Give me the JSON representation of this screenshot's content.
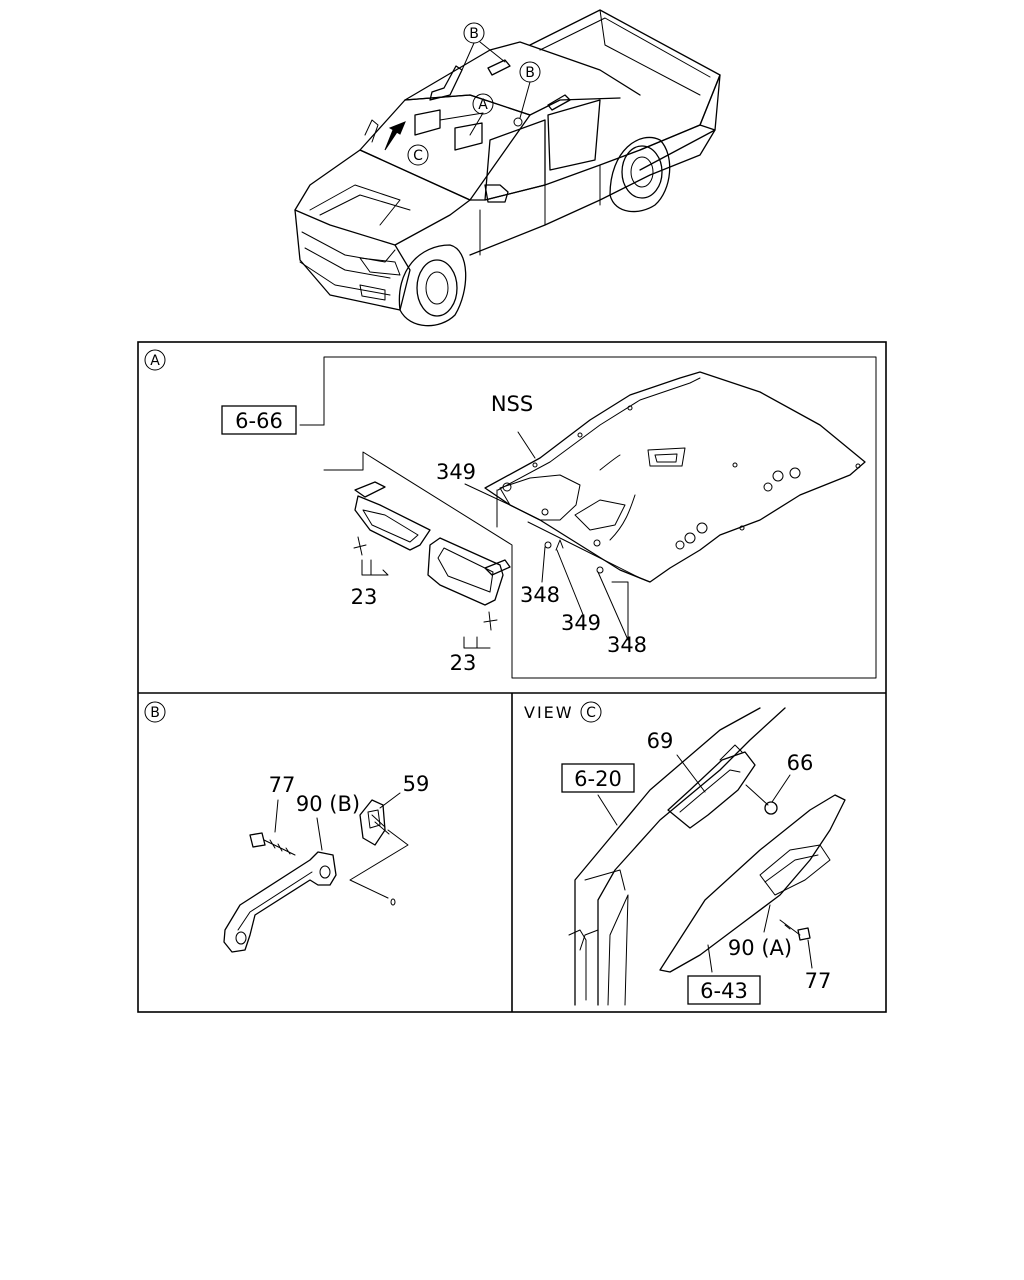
{
  "title": "",
  "vehicle_callouts": {
    "a": "A",
    "b": "B",
    "c": "C"
  },
  "panel_a": {
    "tag": "A",
    "ref": "6-66",
    "nss": "NSS",
    "labels": [
      "349",
      "23",
      "23",
      "348",
      "349",
      "348"
    ]
  },
  "panel_b": {
    "tag": "B",
    "labels": [
      "77",
      "90 (B)",
      "59"
    ]
  },
  "panel_c": {
    "view_text": "VIEW",
    "tag": "C",
    "ref_top": "6-20",
    "ref_bottom": "6-43",
    "labels": [
      "69",
      "66",
      "90 (A)",
      "77"
    ]
  }
}
